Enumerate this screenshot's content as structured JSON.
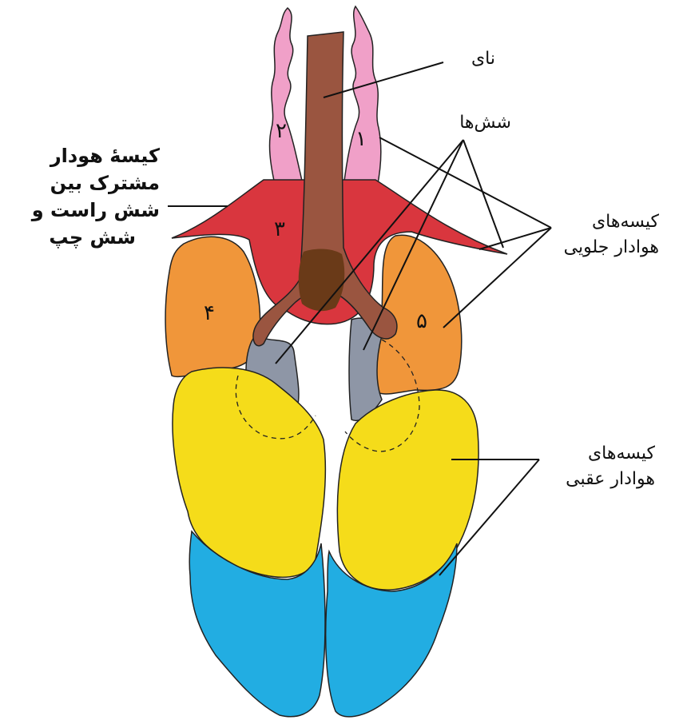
{
  "labels": {
    "trachea": "نای",
    "lungs": "شش‌ها",
    "interclavicular_line1": "کیسهٔ هودار",
    "interclavicular_line2": "مشترک بین",
    "interclavicular_line3": "شش راست و",
    "interclavicular_line4": "شش چپ",
    "anterior_line1": "کیسه‌های",
    "anterior_line2": "هوادار جلویی",
    "posterior_line1": "کیسه‌های",
    "posterior_line2": "هوادار عقبی"
  },
  "numbers": {
    "n1": "۱",
    "n2": "۲",
    "n3": "۳",
    "n4": "۴",
    "n5": "۵"
  },
  "colors": {
    "cervical": "#f0a0c8",
    "trachea": "#9a5540",
    "bronchus": "#6a3a18",
    "interclavicular": "#d9363e",
    "anterior_thoracic": "#f0963a",
    "lung": "#8e96a6",
    "posterior_thoracic": "#f5dc1a",
    "abdominal": "#22ade2"
  }
}
